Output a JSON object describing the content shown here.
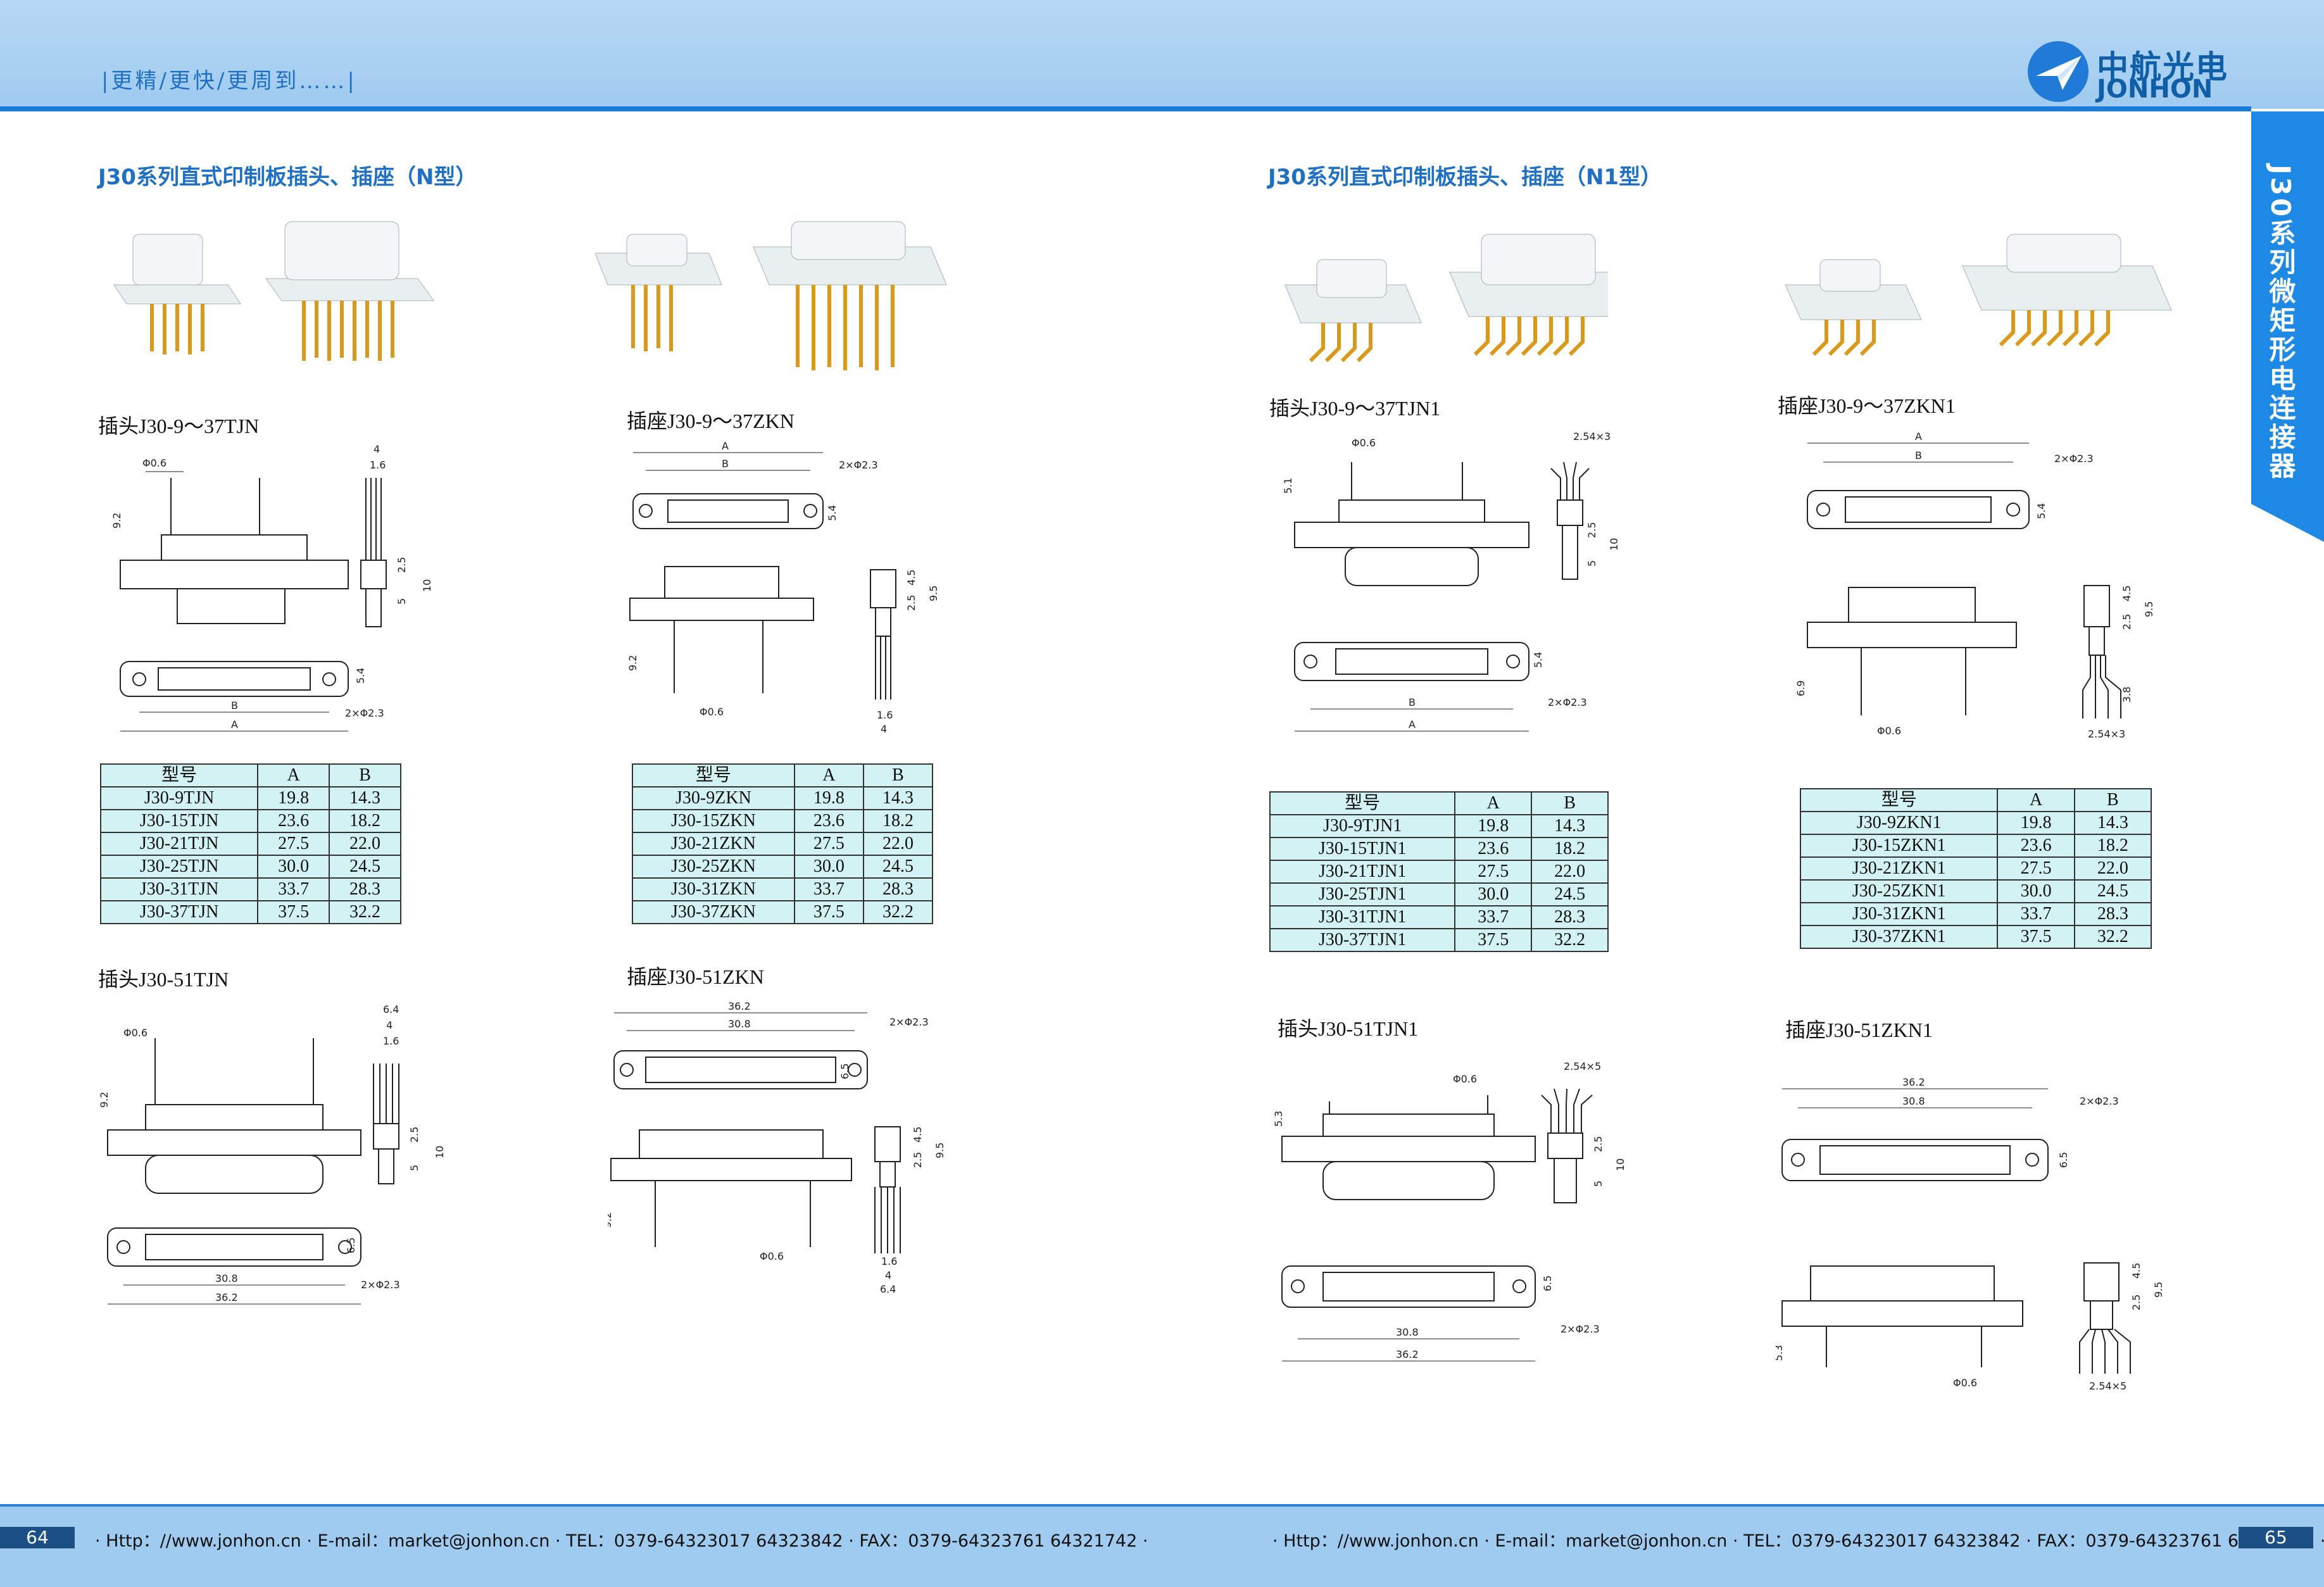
{
  "header": {
    "slogan": "|更精/更快/更周到……|",
    "logo_cn": "中航光电",
    "logo_en": "JONHON",
    "accent": "#1b7cd6"
  },
  "side_tab": {
    "text": "J30系列微矩形电连接器",
    "color": "#1e88e5"
  },
  "sections": {
    "left_title": "J30系列直式印制板插头、插座（N型）",
    "right_title": "J30系列直式印制板插头、插座（N1型）"
  },
  "labels": {
    "tjn_9_37": "插头J30-9～37TJN",
    "zkn_9_37": "插座J30-9～37ZKN",
    "tjn_51": "插头J30-51TJN",
    "zkn_51": "插座J30-51ZKN",
    "tjn1_9_37": "插头J30-9～37TJN1",
    "zkn1_9_37": "插座J30-9～37ZKN1",
    "tjn1_51": "插头J30-51TJN1",
    "zkn1_51": "插座J30-51ZKN1"
  },
  "dims": {
    "phi06": "Φ0.6",
    "hole": "2×Φ2.3",
    "A": "A",
    "B": "B",
    "d4": "4",
    "d16": "1.6",
    "d92": "9.2",
    "d25": "2.5",
    "d5": "5",
    "d10": "10",
    "d54": "5.4",
    "d45": "4.5",
    "d95": "9.5",
    "d64": "6.4",
    "d362": "36.2",
    "d308": "30.8",
    "d65": "6.5",
    "d51": "5.1",
    "d53": "5.3",
    "d69": "6.9",
    "d38": "3.8",
    "p254x3": "2.54×3",
    "p254x5": "2.54×5"
  },
  "tables": {
    "tjn": {
      "headers": [
        "型号",
        "A",
        "B"
      ],
      "rows": [
        [
          "J30-9TJN",
          "19.8",
          "14.3"
        ],
        [
          "J30-15TJN",
          "23.6",
          "18.2"
        ],
        [
          "J30-21TJN",
          "27.5",
          "22.0"
        ],
        [
          "J30-25TJN",
          "30.0",
          "24.5"
        ],
        [
          "J30-31TJN",
          "33.7",
          "28.3"
        ],
        [
          "J30-37TJN",
          "37.5",
          "32.2"
        ]
      ]
    },
    "zkn": {
      "headers": [
        "型号",
        "A",
        "B"
      ],
      "rows": [
        [
          "J30-9ZKN",
          "19.8",
          "14.3"
        ],
        [
          "J30-15ZKN",
          "23.6",
          "18.2"
        ],
        [
          "J30-21ZKN",
          "27.5",
          "22.0"
        ],
        [
          "J30-25ZKN",
          "30.0",
          "24.5"
        ],
        [
          "J30-31ZKN",
          "33.7",
          "28.3"
        ],
        [
          "J30-37ZKN",
          "37.5",
          "32.2"
        ]
      ]
    },
    "tjn1": {
      "headers": [
        "型号",
        "A",
        "B"
      ],
      "rows": [
        [
          "J30-9TJN1",
          "19.8",
          "14.3"
        ],
        [
          "J30-15TJN1",
          "23.6",
          "18.2"
        ],
        [
          "J30-21TJN1",
          "27.5",
          "22.0"
        ],
        [
          "J30-25TJN1",
          "30.0",
          "24.5"
        ],
        [
          "J30-31TJN1",
          "33.7",
          "28.3"
        ],
        [
          "J30-37TJN1",
          "37.5",
          "32.2"
        ]
      ]
    },
    "zkn1": {
      "headers": [
        "型号",
        "A",
        "B"
      ],
      "rows": [
        [
          "J30-9ZKN1",
          "19.8",
          "14.3"
        ],
        [
          "J30-15ZKN1",
          "23.6",
          "18.2"
        ],
        [
          "J30-21ZKN1",
          "27.5",
          "22.0"
        ],
        [
          "J30-25ZKN1",
          "30.0",
          "24.5"
        ],
        [
          "J30-31ZKN1",
          "33.7",
          "28.3"
        ],
        [
          "J30-37ZKN1",
          "37.5",
          "32.2"
        ]
      ]
    }
  },
  "footer": {
    "page_left": "64",
    "page_right": "65",
    "contact": "· Http：//www.jonhon.cn · E-mail：market@jonhon.cn · TEL：0379-64323017 64323842 · FAX：0379-64323761 64321742 ·"
  }
}
